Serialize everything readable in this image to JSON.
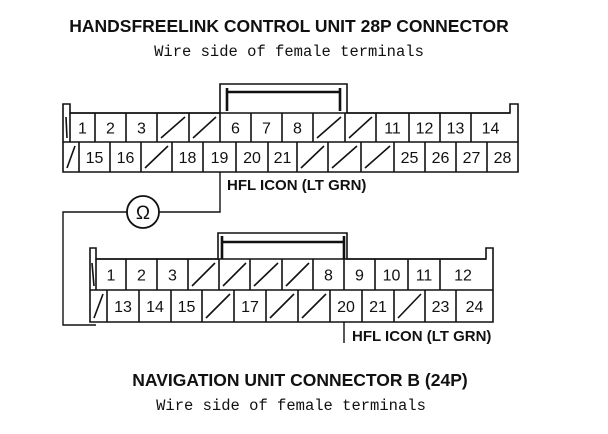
{
  "top_connector": {
    "title": "HANDSFREELINK CONTROL UNIT 28P CONNECTOR",
    "subtitle": "Wire side of female terminals",
    "row1": [
      "1",
      "2",
      "3",
      "",
      "",
      "6",
      "7",
      "8",
      "",
      "",
      "11",
      "12",
      "13",
      "14"
    ],
    "row2": [
      "",
      "15",
      "16",
      "",
      "18",
      "19",
      "20",
      "21",
      "",
      "",
      "",
      "25",
      "26",
      "27",
      "28"
    ],
    "wire_label": "HFL ICON (LT GRN)"
  },
  "bottom_connector": {
    "title": "NAVIGATION UNIT CONNECTOR B (24P)",
    "subtitle": "Wire side of female terminals",
    "row1": [
      "1",
      "2",
      "3",
      "",
      "",
      "",
      "",
      "8",
      "9",
      "10",
      "11",
      "12"
    ],
    "row2": [
      "",
      "13",
      "14",
      "15",
      "",
      "17",
      "",
      "",
      "20",
      "21",
      "",
      "23",
      "24"
    ],
    "wire_label": "HFL ICON (LT GRN)"
  },
  "meter": {
    "symbol": "Ω",
    "icon": "ohmmeter-icon"
  }
}
